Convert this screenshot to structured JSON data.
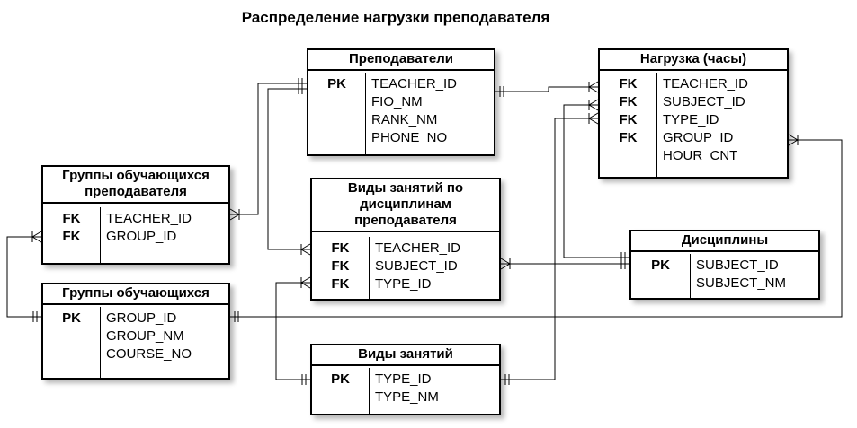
{
  "title": "Распределение нагрузки преподавателя",
  "entities": {
    "teachers": {
      "name": "Преподаватели",
      "keys": [
        "PK",
        "",
        "",
        ""
      ],
      "fields": [
        "TEACHER_ID",
        "FIO_NM",
        "RANK_NM",
        "PHONE_NO"
      ]
    },
    "workload": {
      "name": "Нагрузка (часы)",
      "keys": [
        "FK",
        "FK",
        "FK",
        "FK",
        ""
      ],
      "fields": [
        "TEACHER_ID",
        "SUBJECT_ID",
        "TYPE_ID",
        "GROUP_ID",
        "HOUR_CNT"
      ]
    },
    "teacher_groups": {
      "name": "Группы обучающихся преподавателя",
      "keys": [
        "FK",
        "FK"
      ],
      "fields": [
        "TEACHER_ID",
        "GROUP_ID"
      ]
    },
    "lesson_types_by_subject": {
      "name": "Виды занятий по дисциплинам преподавателя",
      "keys": [
        "FK",
        "FK",
        "FK"
      ],
      "fields": [
        "TEACHER_ID",
        "SUBJECT_ID",
        "TYPE_ID"
      ]
    },
    "subjects": {
      "name": "Дисциплины",
      "keys": [
        "PK",
        ""
      ],
      "fields": [
        "SUBJECT_ID",
        "SUBJECT_NM"
      ]
    },
    "groups": {
      "name": "Группы обучающихся",
      "keys": [
        "PK",
        "",
        ""
      ],
      "fields": [
        "GROUP_ID",
        "GROUP_NM",
        "COURSE_NO"
      ]
    },
    "lesson_types": {
      "name": "Виды занятий",
      "keys": [
        "PK",
        ""
      ],
      "fields": [
        "TYPE_ID",
        "TYPE_NM"
      ]
    }
  }
}
